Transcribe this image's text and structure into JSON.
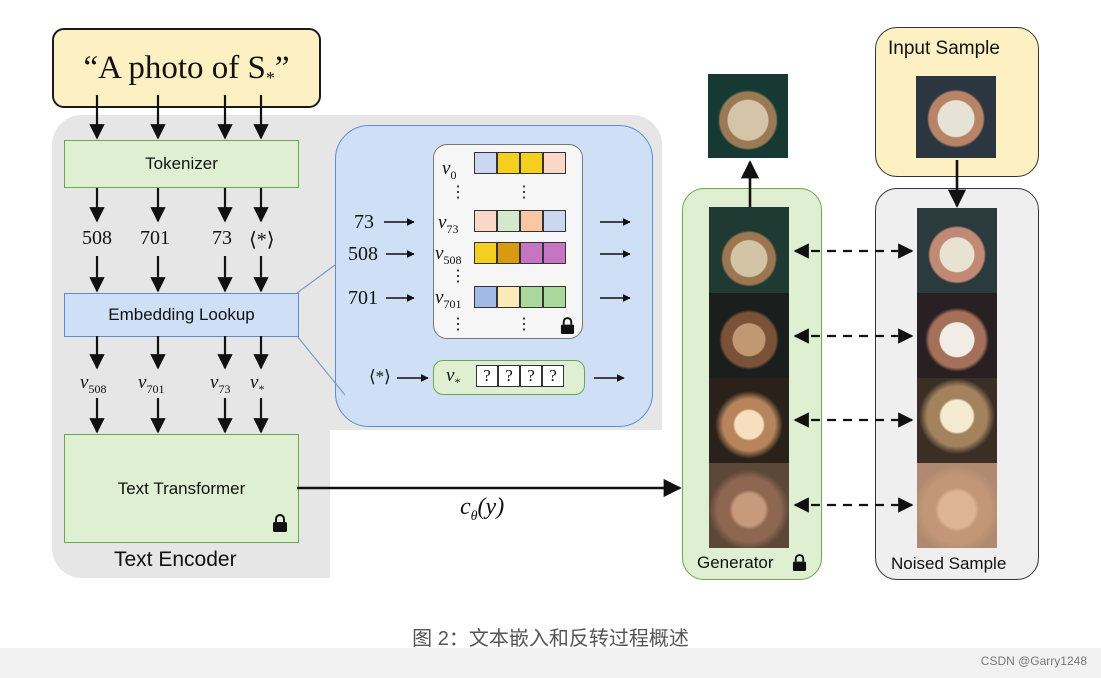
{
  "prompt": {
    "text": "“A photo of S",
    "subscript": "*",
    "close": "”"
  },
  "encoder": {
    "tokenizer_label": "Tokenizer",
    "embedding_label": "Embedding Lookup",
    "transformer_label": "Text Transformer",
    "encoder_label": "Text Encoder",
    "tokens": [
      "508",
      "701",
      "73",
      "⟨*⟩"
    ],
    "embeddings": [
      {
        "sym": "v",
        "sub": "508"
      },
      {
        "sym": "v",
        "sub": "701"
      },
      {
        "sym": "v",
        "sub": "73"
      },
      {
        "sym": "v",
        "sub": "*"
      }
    ]
  },
  "lookup_table": {
    "rows": [
      {
        "id": "",
        "sym": "v",
        "sub": "0",
        "colors": [
          "#c9d8f0",
          "#f5cf1f",
          "#f5cf1f",
          "#fad8c8"
        ]
      },
      {
        "id": "73",
        "sym": "v",
        "sub": "73",
        "colors": [
          "#fad8c8",
          "#d4e9cc",
          "#f9c7a4",
          "#c9d8f0"
        ]
      },
      {
        "id": "508",
        "sym": "v",
        "sub": "508",
        "colors": [
          "#f5cf1f",
          "#d89a10",
          "#c675c2",
          "#c675c2"
        ]
      },
      {
        "id": "701",
        "sym": "v",
        "sub": "701",
        "colors": [
          "#9fbbe6",
          "#fbe9b8",
          "#a9d89a",
          "#a9d89a"
        ]
      }
    ],
    "new_token": {
      "id": "⟨*⟩",
      "sym": "v",
      "sub": "*",
      "cells": [
        "?",
        "?",
        "?",
        "?"
      ]
    },
    "dots": "⋮"
  },
  "condition_label": {
    "sym": "c",
    "sub": "θ",
    "arg": "(y)"
  },
  "generator_label": "Generator",
  "input_label": "Input Sample",
  "noised_label": "Noised Sample",
  "caption": "图 2：文本嵌入和反转过程概述",
  "watermark": "CSDN @Garry1248",
  "colors": {
    "green_fill": "#dff0d2",
    "blue_fill": "#cfe0f6",
    "yellow_fill": "#fdf1c4",
    "gray_fill": "#e6e6e6"
  }
}
